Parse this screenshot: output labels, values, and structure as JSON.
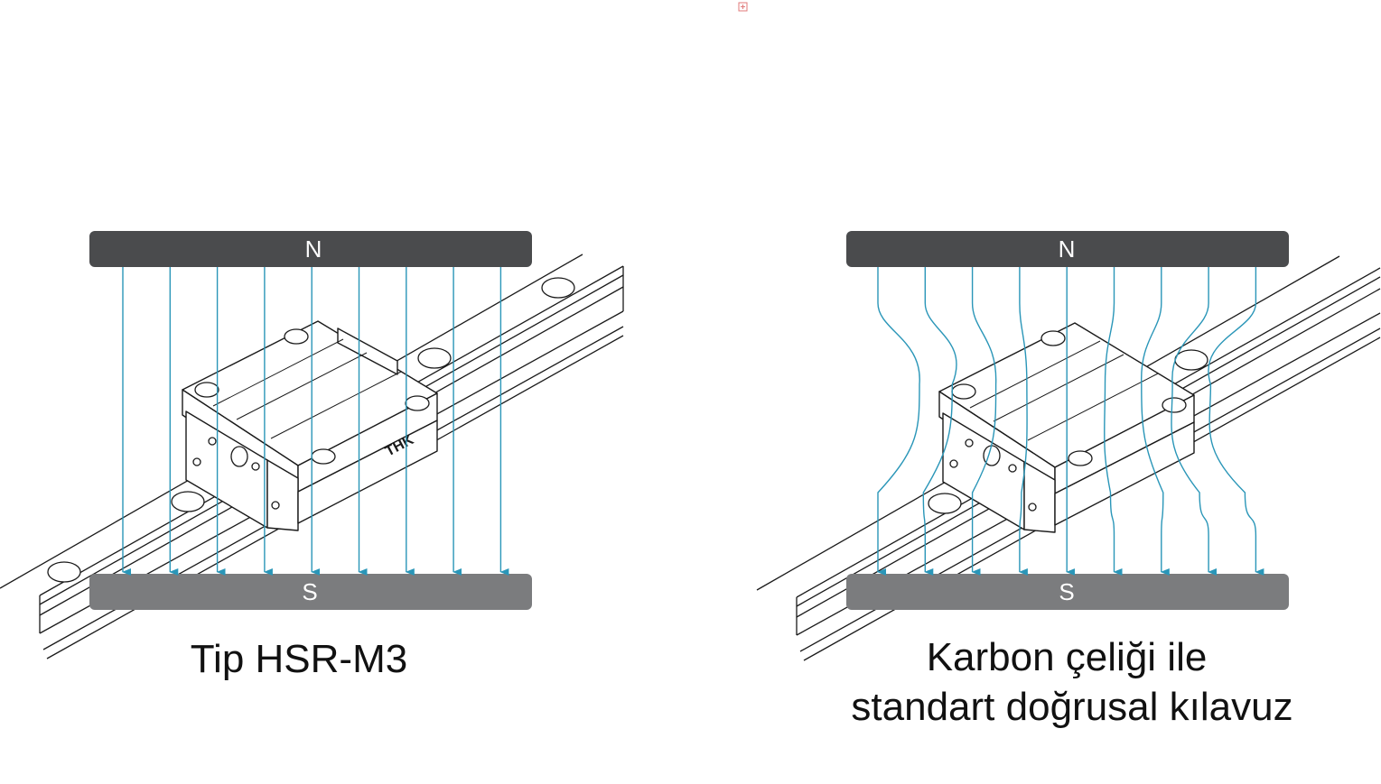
{
  "panels": [
    {
      "north_label": "N",
      "south_label": "S",
      "block_logo": "THK",
      "caption_lines": [
        "Tip HSR-M3"
      ],
      "field_lines": "straight",
      "field_line_count": 9
    },
    {
      "north_label": "N",
      "south_label": "S",
      "block_logo": "",
      "caption_lines": [
        "Karbon çeliği ile",
        "standart doğrusal kılavuz"
      ],
      "field_lines": "distorted",
      "field_line_count": 9
    }
  ],
  "colors": {
    "north_magnet": "#4a4b4d",
    "south_magnet": "#7b7c7e",
    "field_line": "#2a96b8",
    "outline": "#1a1a1a"
  },
  "icons": [
    "expand-icon"
  ]
}
